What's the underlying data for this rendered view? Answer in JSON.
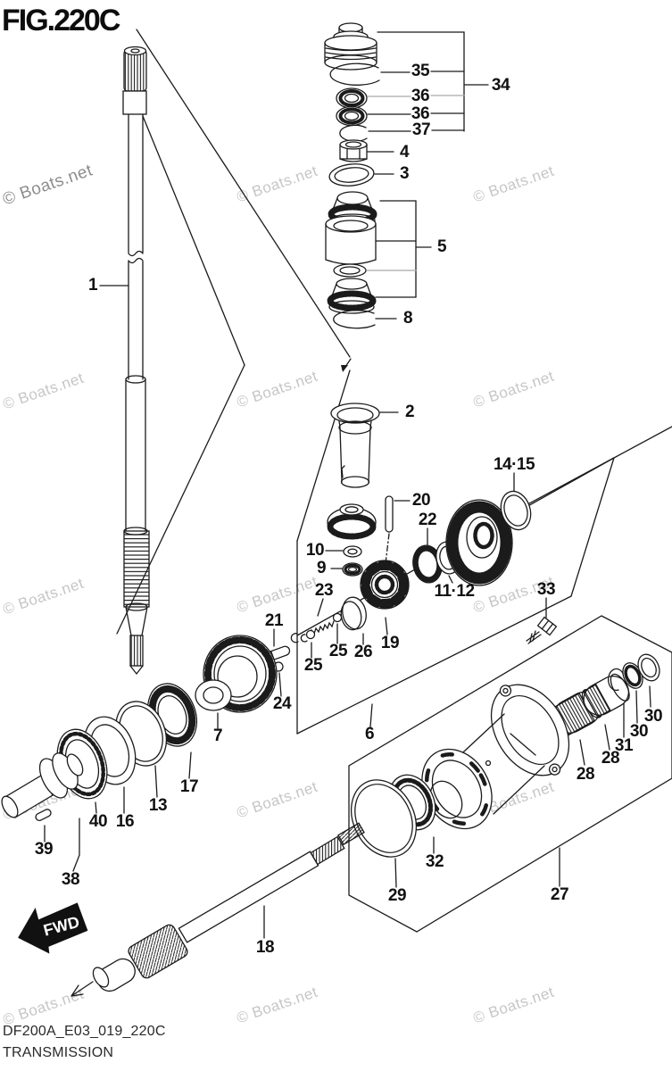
{
  "title": "FIG.220C",
  "watermark": {
    "text": "© Boats.net"
  },
  "fwd": {
    "label": "FWD"
  },
  "footer": {
    "code": "DF200A_E03_019_220C",
    "name": "TRANSMISSION"
  },
  "parts": [
    {
      "label": "1"
    },
    {
      "label": "35"
    },
    {
      "label": "36"
    },
    {
      "label": "36"
    },
    {
      "label": "37"
    },
    {
      "label": "34"
    },
    {
      "label": "4"
    },
    {
      "label": "3"
    },
    {
      "label": "5"
    },
    {
      "label": "8"
    },
    {
      "label": "2"
    },
    {
      "label": "14·15"
    },
    {
      "label": "20"
    },
    {
      "label": "22"
    },
    {
      "label": "10"
    },
    {
      "label": "9"
    },
    {
      "label": "23"
    },
    {
      "label": "11·12"
    },
    {
      "label": "33"
    },
    {
      "label": "21"
    },
    {
      "label": "25"
    },
    {
      "label": "25"
    },
    {
      "label": "26"
    },
    {
      "label": "19"
    },
    {
      "label": "24"
    },
    {
      "label": "7"
    },
    {
      "label": "6"
    },
    {
      "label": "17"
    },
    {
      "label": "13"
    },
    {
      "label": "16"
    },
    {
      "label": "40"
    },
    {
      "label": "39"
    },
    {
      "label": "38"
    },
    {
      "label": "28"
    },
    {
      "label": "28"
    },
    {
      "label": "31"
    },
    {
      "label": "30"
    },
    {
      "label": "30"
    },
    {
      "label": "29"
    },
    {
      "label": "32"
    },
    {
      "label": "27"
    },
    {
      "label": "18"
    }
  ]
}
